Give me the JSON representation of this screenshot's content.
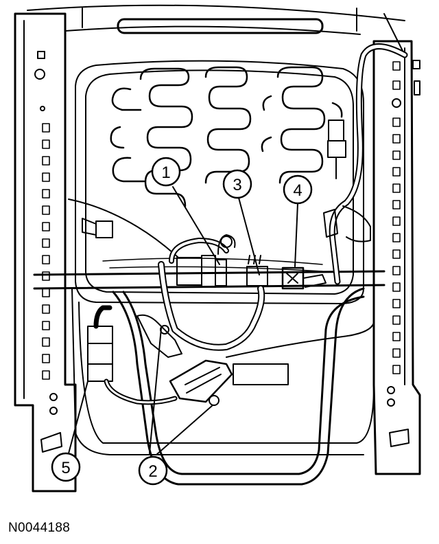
{
  "figure": {
    "callouts": [
      {
        "id": "callout-1",
        "label": "1"
      },
      {
        "id": "callout-2",
        "label": "2"
      },
      {
        "id": "callout-3",
        "label": "3"
      },
      {
        "id": "callout-4",
        "label": "4"
      },
      {
        "id": "callout-5",
        "label": "5"
      }
    ],
    "reference_code": "N0044188"
  },
  "colors": {
    "line": "#000000",
    "background": "#ffffff"
  }
}
